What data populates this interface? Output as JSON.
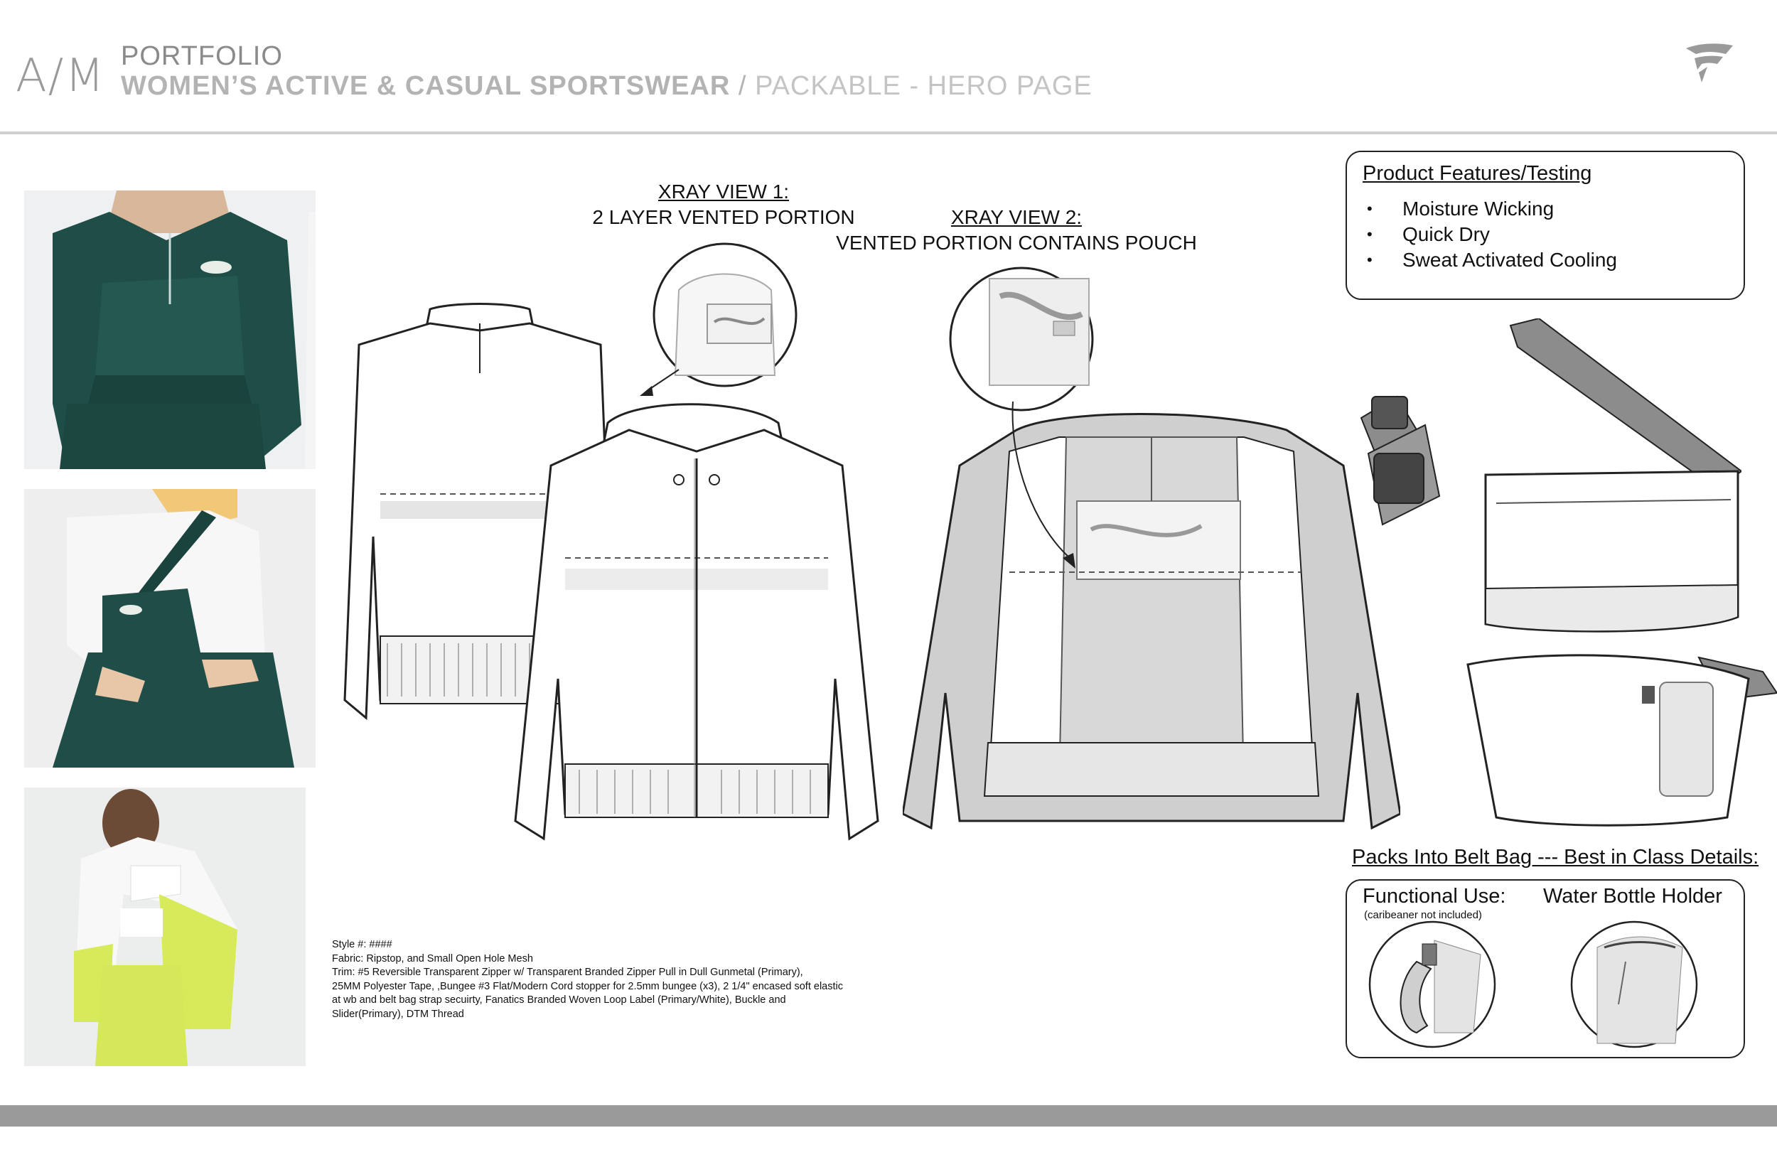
{
  "header": {
    "logo_text": "A/M",
    "portfolio_label": "PORTFOLIO",
    "title_main": "WOMEN’S ACTIVE & CASUAL SPORTSWEAR",
    "title_separator": " / ",
    "title_sub": "PACKABLE - HERO PAGE",
    "brand_icon": "fanatics-flag-icon"
  },
  "photos": [
    {
      "name": "green-anorak-photo",
      "icon": "model-green-anorak"
    },
    {
      "name": "belt-bag-photo",
      "icon": "model-green-belt-bag"
    },
    {
      "name": "lime-jacket-photo",
      "icon": "model-lime-white-jacket"
    }
  ],
  "xray": {
    "view1_title": "XRAY VIEW 1:",
    "view1_desc": "2 LAYER VENTED PORTION",
    "view2_title": "XRAY VIEW 2:",
    "view2_desc": "VENTED PORTION CONTAINS POUCH"
  },
  "spec": {
    "lines": [
      "Style #: ####",
      "Fabric: Ripstop, and Small Open Hole Mesh",
      "Trim: #5 Reversible Transparent Zipper w/ Transparent Branded Zipper Pull in Dull Gunmetal (Primary),",
      "25MM Polyester Tape, ,Bungee  #3 Flat/Modern Cord stopper for 2.5mm bungee (x3), 2 1/4\" encased soft elastic",
      "at wb and belt bag strap secuirty, Fanatics Branded Woven Loop Label (Primary/White), Buckle and",
      "Slider(Primary), DTM Thread"
    ]
  },
  "features": {
    "title": "Product Features/Testing",
    "items": [
      "Moisture Wicking",
      "Quick Dry",
      "Sweat Activated Cooling"
    ]
  },
  "details": {
    "packs_title": "Packs Into Belt Bag --- Best in Class Details:",
    "functional_label": "Functional Use:",
    "functional_note": "(caribeaner not included)",
    "water_label": "Water Bottle Holder"
  },
  "colors": {
    "green": "#1f4d47",
    "lime": "#d7ea5a",
    "gray_bar": "#9a9a9a",
    "mesh_gray": "#cfcfcf"
  }
}
